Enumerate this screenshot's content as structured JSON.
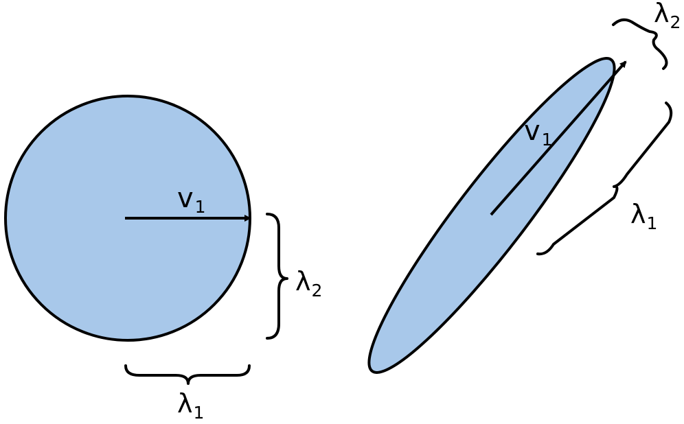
{
  "colors": {
    "shape_fill": "#a8c8ea",
    "stroke": "#000000",
    "background": "#ffffff"
  },
  "left_panel": {
    "vector_label": {
      "symbol": "v",
      "subscript": "1"
    },
    "brace_bottom_label": {
      "symbol": "λ",
      "subscript": "1"
    },
    "brace_right_label": {
      "symbol": "λ",
      "subscript": "2"
    }
  },
  "right_panel": {
    "vector_label": {
      "symbol": "v",
      "subscript": "1"
    },
    "brace_major_label": {
      "symbol": "λ",
      "subscript": "1"
    },
    "brace_minor_label": {
      "symbol": "λ",
      "subscript": "2"
    }
  }
}
